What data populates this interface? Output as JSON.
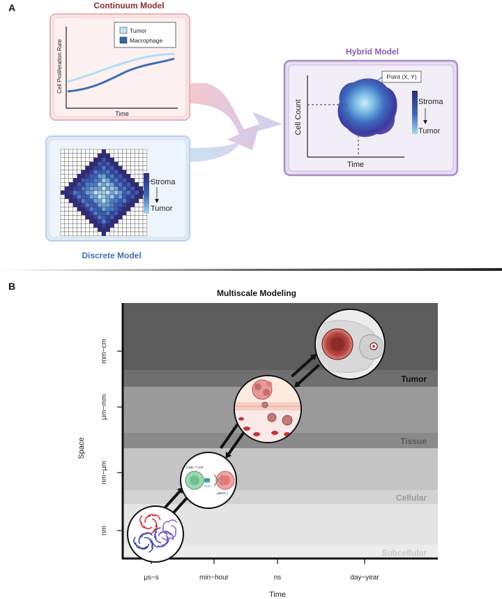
{
  "panel_a": {
    "letter": "A",
    "continuum": {
      "title": "Continuum Model",
      "y_label": "Cell Proliferation Rate",
      "x_label": "Time",
      "legend": [
        "Tumor",
        "Macrophage"
      ]
    },
    "discrete": {
      "title": "Discrete Model",
      "scale_top": "Stroma",
      "scale_bottom": "Tumor"
    },
    "hybrid": {
      "title": "Hybrid Model",
      "y_label": "Cell Count",
      "x_label": "Time",
      "callout": "Point (X, Y)",
      "scale_top": "Stroma",
      "scale_bottom": "Tumor"
    }
  },
  "panel_b": {
    "letter": "B",
    "title": "Multiscale Modeling",
    "y_axis_label": "Space",
    "x_axis_label": "Time",
    "y_ticks": [
      "mm~cm",
      "μm~mm",
      "nm~μm",
      "nm"
    ],
    "x_ticks": [
      "μs~s",
      "min~hour",
      "ns",
      "day~year"
    ],
    "bands": [
      "Tumor",
      "Tissue",
      "Cellular",
      "Subcellular"
    ],
    "cell_labels": {
      "cd8": "CD8+ T cell",
      "tcr": "TCR",
      "mhc": "pMHC-I"
    }
  },
  "colors": {
    "continuum_title": "#8b2c2c",
    "discrete_title": "#3f6fb0",
    "hybrid_title": "#8a5bb0",
    "stroma": "#2e2a7f",
    "tumor": "#a9d6ee"
  }
}
